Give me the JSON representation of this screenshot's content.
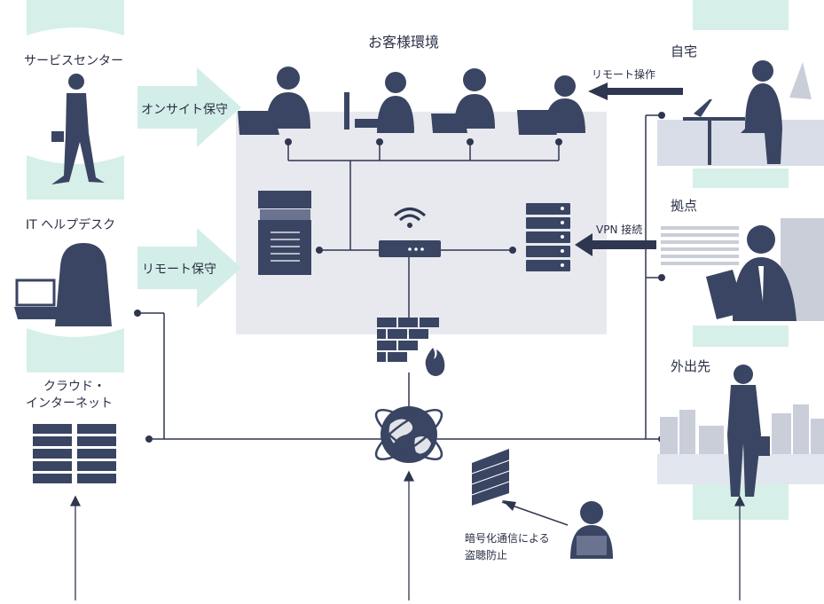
{
  "diagram": {
    "title": "お客様環境",
    "left": {
      "service_center": "サービスセンター",
      "it_helpdesk": "IT ヘルプデスク",
      "cloud_line1": "クラウド・",
      "cloud_line2": "インターネット"
    },
    "arrows": {
      "onsite": "オンサイト保守",
      "remote": "リモート保守",
      "remote_op": "リモート操作",
      "vpn": "VPN 接続"
    },
    "right": {
      "home": "自宅",
      "base": "拠点",
      "outside": "外出先"
    },
    "encryption_line1": "暗号化通信による",
    "encryption_line2": "盗聴防止"
  },
  "colors": {
    "navy": "#3a4563",
    "mint": "#d3eee8",
    "customer_bg": "#e7e9ef",
    "line": "#2f3650"
  }
}
